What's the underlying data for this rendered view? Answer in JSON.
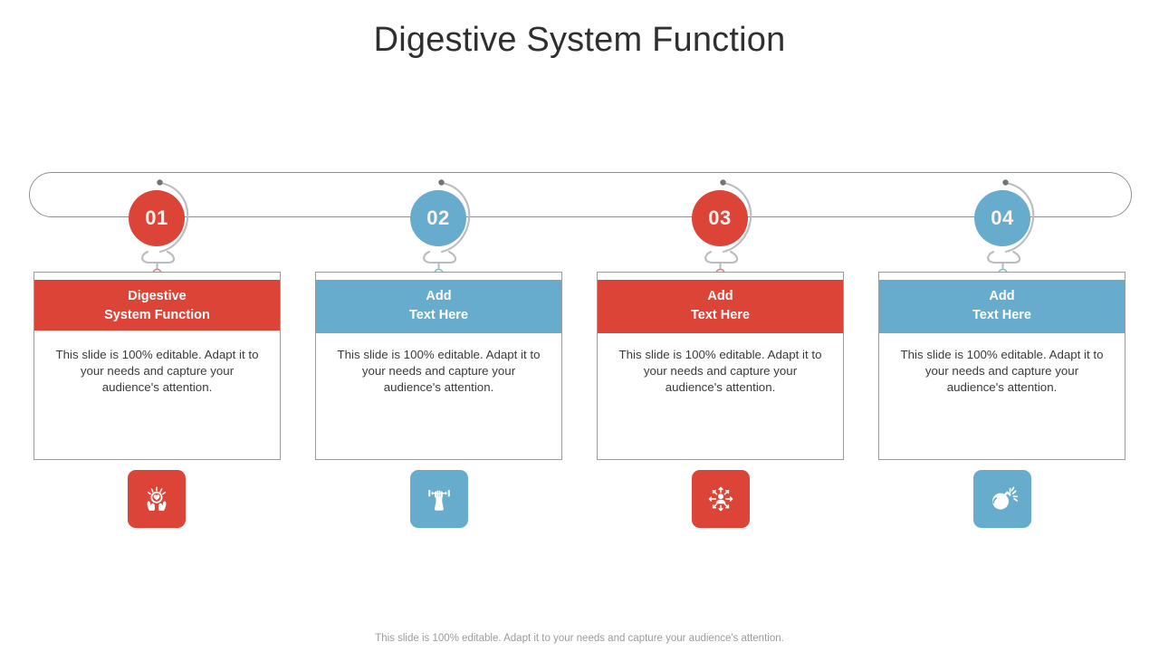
{
  "title": "Digestive System Function",
  "colors": {
    "red": "#DC4438",
    "blue": "#68ACCD",
    "outline": "#8D9196",
    "card_border": "#9A9A9A",
    "body_text": "#3A3A3A",
    "footer_text": "#9B9B9B"
  },
  "timeline": {
    "steps": [
      {
        "number": "01",
        "color": "#DC4438",
        "heading_line1": "Digestive",
        "heading_line2": "System Function",
        "body": "This slide is 100% editable. Adapt it to your needs and capture your audience's attention.",
        "icon": "hands-holding-heart-icon"
      },
      {
        "number": "02",
        "color": "#68ACCD",
        "heading_line1": "Add",
        "heading_line2": "Text Here",
        "body": "This slide is 100% editable. Adapt it to your needs and capture your audience's attention.",
        "icon": "hand-lifting-dumbbell-icon"
      },
      {
        "number": "03",
        "color": "#DC4438",
        "heading_line1": "Add",
        "heading_line2": "Text Here",
        "body": "This slide is 100% editable. Adapt it to your needs and capture your audience's attention.",
        "icon": "person-network-arrows-icon"
      },
      {
        "number": "04",
        "color": "#68ACCD",
        "heading_line1": "Add",
        "heading_line2": "Text Here",
        "body": "This slide is 100% editable. Adapt it to your needs and capture your audience's attention.",
        "icon": "bomb-icon"
      }
    ]
  },
  "footer": "This slide is 100% editable. Adapt it to your needs and capture your audience's attention."
}
